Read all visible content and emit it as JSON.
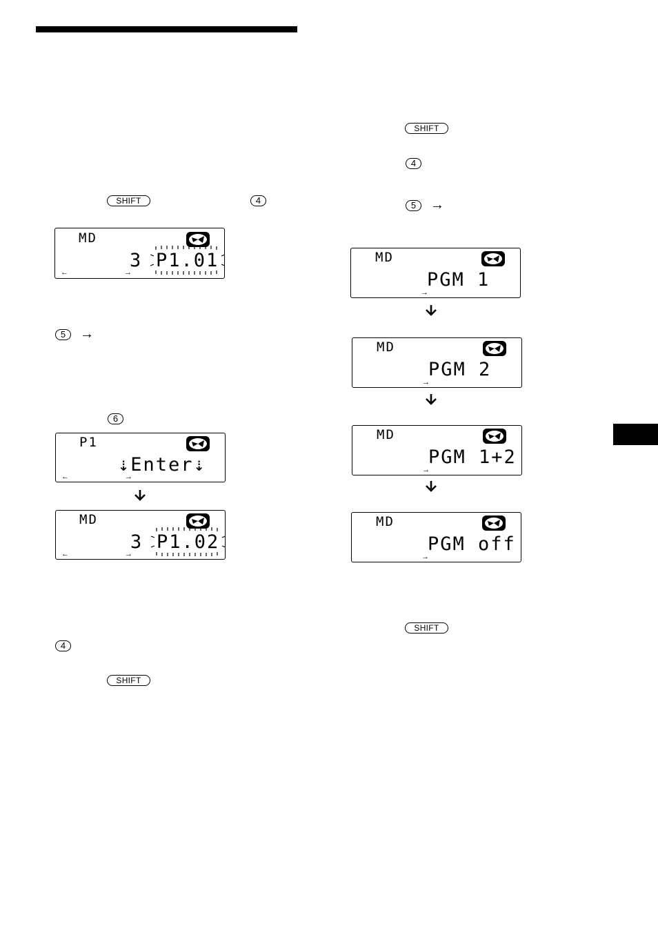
{
  "keys": {
    "shift": "SHIFT",
    "four": "4",
    "five": "5",
    "six": "6"
  },
  "arrows": {
    "right": "→",
    "left": "←"
  },
  "left_column": {
    "display1": {
      "line1": "MD",
      "line2_num": "3",
      "line2_val": "P1.01"
    },
    "display2": {
      "line1": "P1",
      "line2": "⇣Enter⇣"
    },
    "display3": {
      "line1": "MD",
      "line2_num": "3",
      "line2_val": "P1.02"
    }
  },
  "right_column": {
    "displays": [
      {
        "line1": "MD",
        "line2": "PGM 1"
      },
      {
        "line1": "MD",
        "line2": "PGM 2"
      },
      {
        "line1": "MD",
        "line2": "PGM 1+2"
      },
      {
        "line1": "MD",
        "line2": "PGM off"
      }
    ]
  },
  "colors": {
    "ink": "#000000",
    "paper": "#ffffff"
  }
}
